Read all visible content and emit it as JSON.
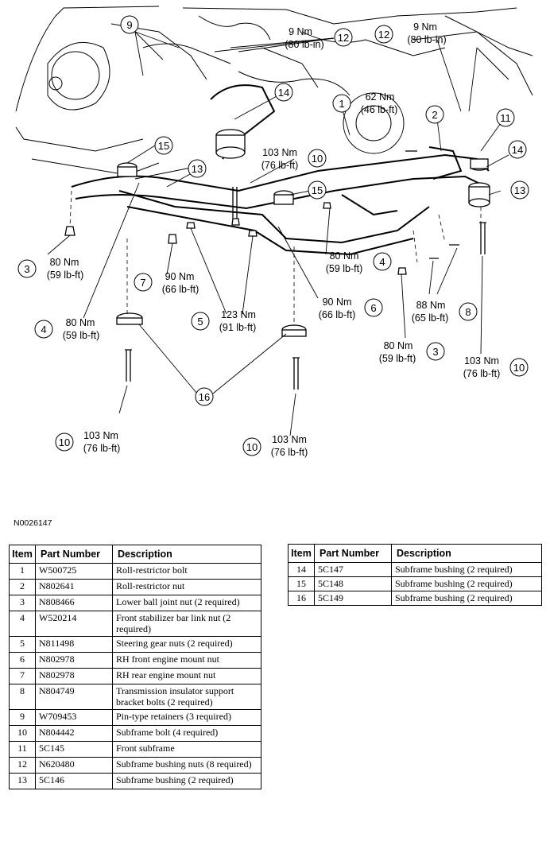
{
  "figure": {
    "code": "N0026147",
    "callouts": [
      {
        "id": "c9",
        "num": "9"
      },
      {
        "id": "c12a",
        "num": "12",
        "torque": [
          "9 Nm",
          "(80 lb-in)"
        ]
      },
      {
        "id": "c12b",
        "num": "12",
        "torque": [
          "9 Nm",
          "(80 lb-in)"
        ]
      },
      {
        "id": "c14a",
        "num": "14"
      },
      {
        "id": "c1",
        "num": "1",
        "torque": [
          "62 Nm",
          "(46 lb-ft)"
        ]
      },
      {
        "id": "c2",
        "num": "2"
      },
      {
        "id": "c11",
        "num": "11"
      },
      {
        "id": "c14b",
        "num": "14"
      },
      {
        "id": "c15a",
        "num": "15"
      },
      {
        "id": "c10a",
        "num": "10",
        "torque": [
          "103 Nm",
          "(76 lb-ft)"
        ]
      },
      {
        "id": "c13a",
        "num": "13"
      },
      {
        "id": "c15b",
        "num": "15"
      },
      {
        "id": "c13b",
        "num": "13"
      },
      {
        "id": "c4a",
        "num": "4",
        "torque": [
          "80 Nm",
          "(59 lb-ft)"
        ]
      },
      {
        "id": "c3a",
        "num": "3",
        "torque": [
          "80 Nm",
          "(59 lb-ft)"
        ]
      },
      {
        "id": "c7",
        "num": "7",
        "torque": [
          "90 Nm",
          "(66 lb-ft)"
        ]
      },
      {
        "id": "c5",
        "num": "5",
        "torque": [
          "123 Nm",
          "(91 lb-ft)"
        ]
      },
      {
        "id": "c6",
        "num": "6",
        "torque": [
          "90 Nm",
          "(66 lb-ft)"
        ]
      },
      {
        "id": "c8",
        "num": "8",
        "torque": [
          "88 Nm",
          "(65 lb-ft)"
        ]
      },
      {
        "id": "c4b",
        "num": "4",
        "torque": [
          "80 Nm",
          "(59 lb-ft)"
        ]
      },
      {
        "id": "c3b",
        "num": "3",
        "torque": [
          "80 Nm",
          "(59 lb-ft)"
        ]
      },
      {
        "id": "c10b",
        "num": "10",
        "torque": [
          "103 Nm",
          "(76 lb-ft)"
        ]
      },
      {
        "id": "c16",
        "num": "16"
      },
      {
        "id": "c10c",
        "num": "10",
        "torque": [
          "103 Nm",
          "(76 lb-ft)"
        ]
      },
      {
        "id": "c10d",
        "num": "10",
        "torque": [
          "103 Nm",
          "(76 lb-ft)"
        ]
      }
    ]
  },
  "table": {
    "headers": [
      "Item",
      "Part Number",
      "Description"
    ],
    "rows": [
      {
        "item": "1",
        "part": "W500725",
        "desc": "Roll-restrictor bolt"
      },
      {
        "item": "2",
        "part": "N802641",
        "desc": "Roll-restrictor nut"
      },
      {
        "item": "3",
        "part": "N808466",
        "desc": "Lower ball joint nut (2 required)"
      },
      {
        "item": "4",
        "part": "W520214",
        "desc": "Front stabilizer bar link nut (2 required)"
      },
      {
        "item": "5",
        "part": "N811498",
        "desc": "Steering gear nuts (2 required)"
      },
      {
        "item": "6",
        "part": "N802978",
        "desc": "RH front engine mount nut"
      },
      {
        "item": "7",
        "part": "N802978",
        "desc": "RH rear engine mount nut"
      },
      {
        "item": "8",
        "part": "N804749",
        "desc": "Transmission insulator support bracket bolts (2 required)"
      },
      {
        "item": "9",
        "part": "W709453",
        "desc": "Pin-type retainers (3 required)"
      },
      {
        "item": "10",
        "part": "N804442",
        "desc": "Subframe bolt (4 required)"
      },
      {
        "item": "11",
        "part": "5C145",
        "desc": "Front subframe"
      },
      {
        "item": "12",
        "part": "N620480",
        "desc": "Subframe bushing nuts (8 required)"
      },
      {
        "item": "13",
        "part": "5C146",
        "desc": "Subframe bushing (2 required)"
      },
      {
        "item": "14",
        "part": "5C147",
        "desc": "Subframe bushing (2 required)"
      },
      {
        "item": "15",
        "part": "5C148",
        "desc": "Subframe bushing (2 required)"
      },
      {
        "item": "16",
        "part": "5C149",
        "desc": "Subframe bushing (2 required)"
      }
    ]
  }
}
